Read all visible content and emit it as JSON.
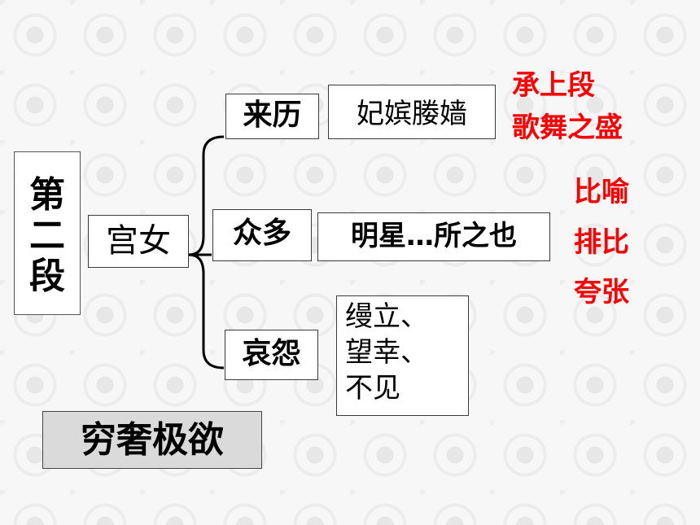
{
  "section": {
    "label": "第二段"
  },
  "subject": {
    "label": "宫女"
  },
  "branches": [
    {
      "name": "来历",
      "detail": "妃嫔媵嫱"
    },
    {
      "name": "众多",
      "detail": "明星…所之也"
    },
    {
      "name": "哀怨",
      "detail_lines": [
        "缦立、",
        "望幸、",
        "不见"
      ]
    }
  ],
  "notes": {
    "origin": [
      "承上段",
      "歌舞之盛"
    ],
    "techniques": [
      "比喻",
      "排比",
      "夸张"
    ]
  },
  "summary": {
    "label": "穷奢极欲"
  },
  "colors": {
    "note_red": "#ff0000",
    "border": "#3a3a3a",
    "summary_bg": "#dadada"
  }
}
